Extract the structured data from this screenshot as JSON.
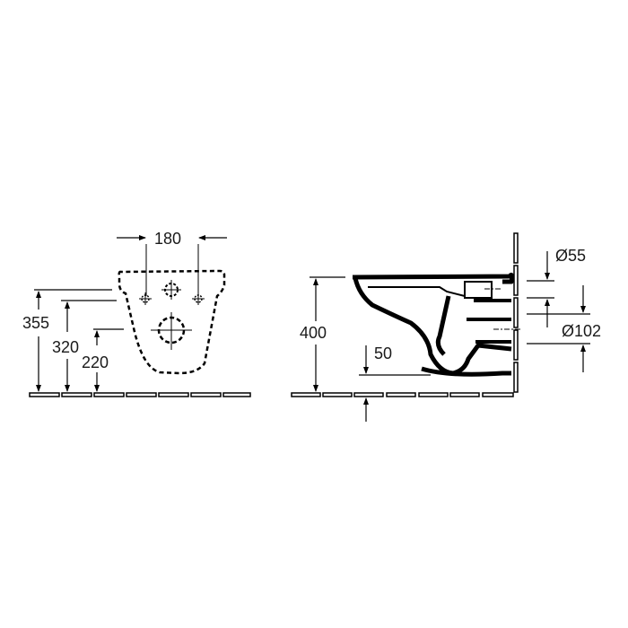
{
  "diagram": {
    "type": "technical drawing - wall-hung WC dimensions (mm)",
    "front_view": {
      "width_label": "180",
      "height_labels": [
        "355",
        "320",
        "220"
      ]
    },
    "side_view": {
      "height_label": "400",
      "offset_label": "50",
      "diameter_labels": [
        "Ø55",
        "Ø102"
      ]
    }
  },
  "colors": {
    "line": "#000000",
    "background": "#ffffff"
  }
}
